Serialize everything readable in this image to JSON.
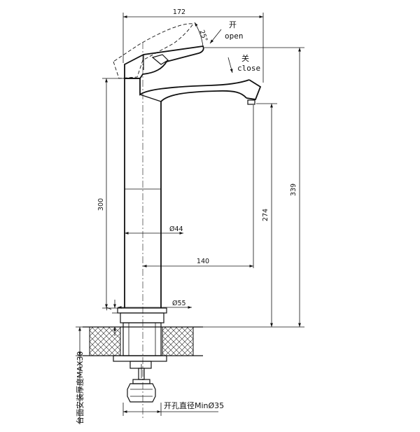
{
  "dimensions": {
    "width_total": "172",
    "angle": "25°",
    "height_total": "339",
    "height_spout": "274",
    "height_body": "300",
    "reach": "140",
    "dia_body": "Ø44",
    "dia_base": "Ø55",
    "gap": "7"
  },
  "labels": {
    "open_cn": "开",
    "open_en": "open",
    "close_cn": "关",
    "close_en": "close",
    "hole_note": "开孔直径MinØ35",
    "counter_note": "台面安装厚度MAX30"
  }
}
